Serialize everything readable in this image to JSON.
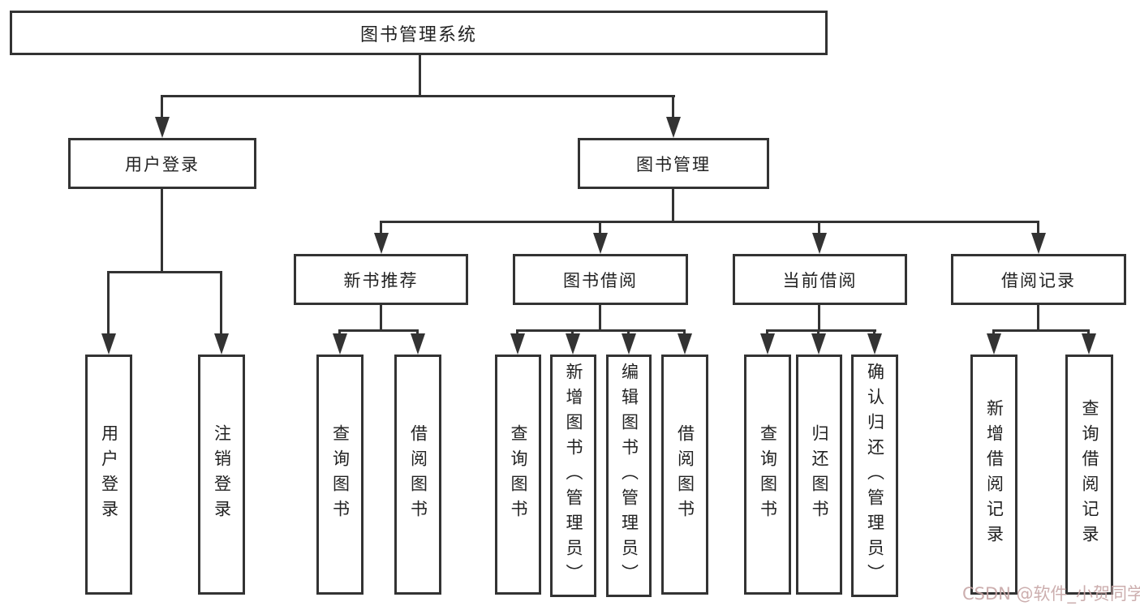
{
  "diagram": {
    "type": "tree",
    "root": {
      "label": "图书管理系统"
    },
    "level2": [
      {
        "label": "用户登录",
        "parent": "图书管理系统"
      },
      {
        "label": "图书管理",
        "parent": "图书管理系统"
      }
    ],
    "level3": [
      {
        "label": "新书推荐",
        "parent": "图书管理"
      },
      {
        "label": "图书借阅",
        "parent": "图书管理"
      },
      {
        "label": "当前借阅",
        "parent": "图书管理"
      },
      {
        "label": "借阅记录",
        "parent": "图书管理"
      }
    ],
    "leaves": [
      {
        "label": "用户登录",
        "parent": "用户登录"
      },
      {
        "label": "注销登录",
        "parent": "用户登录"
      },
      {
        "label": "查询图书",
        "parent": "新书推荐"
      },
      {
        "label": "借阅图书",
        "parent": "新书推荐"
      },
      {
        "label": "查询图书",
        "parent": "图书借阅"
      },
      {
        "label": "新增图书（管理员）",
        "parent": "图书借阅"
      },
      {
        "label": "编辑图书（管理员）",
        "parent": "图书借阅"
      },
      {
        "label": "借阅图书",
        "parent": "图书借阅"
      },
      {
        "label": "查询图书",
        "parent": "当前借阅"
      },
      {
        "label": "归还图书",
        "parent": "当前借阅"
      },
      {
        "label": "确认归还（管理员）",
        "parent": "当前借阅"
      },
      {
        "label": "新增借阅记录",
        "parent": "借阅记录"
      },
      {
        "label": "查询借阅记录",
        "parent": "借阅记录"
      }
    ],
    "colors": {
      "line": "#333333",
      "background": "#ffffff",
      "watermark": "#c7a6a6"
    }
  },
  "watermark": {
    "text": "CSDN @软件_小贺同学"
  }
}
